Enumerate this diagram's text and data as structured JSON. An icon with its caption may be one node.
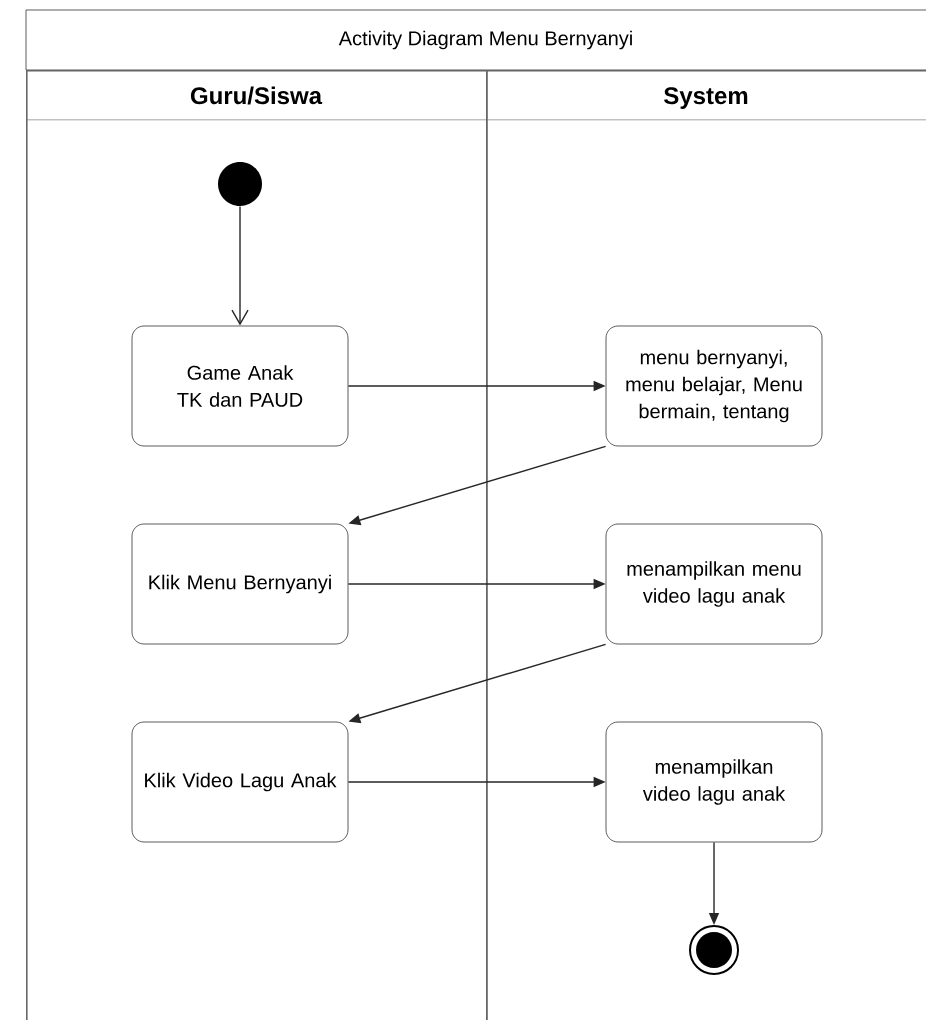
{
  "diagram": {
    "title": "Activity Diagram Menu Bernyanyi",
    "nodes": [
      {
        "text": [
          "Guru/Siswa"
        ]
      },
      {
        "text": [
          "System"
        ]
      },
      {
        "text": [],
        "shape": "circle",
        "in": 0
      },
      {
        "text": [
          "Game Anak TK dan PAUD"
        ],
        "in": 0
      },
      {
        "text": [
          "menu bernyanyi, menu belajar, Menu bermain, tentang"
        ],
        "in": 1
      },
      {
        "text": [
          "Klik Menu Bernyanyi"
        ],
        "in": 0
      },
      {
        "text": [
          "menampilkan menu video lagu anak"
        ],
        "in": 1
      },
      {
        "text": [
          "Klik Video Lagu Anak"
        ],
        "in": 0
      },
      {
        "text": [
          "menampilkan video lagu anak"
        ],
        "in": 1
      },
      {
        "text": [],
        "shape": "circle",
        "in": 1
      }
    ],
    "edges": [
      {
        "from": 2,
        "to": 3,
        "arrow": "to"
      },
      {
        "from": 3,
        "to": 4,
        "arrow": "to"
      },
      {
        "from": 4,
        "to": 5,
        "arrow": "to"
      },
      {
        "from": 5,
        "to": 6,
        "arrow": "to"
      },
      {
        "from": 6,
        "to": 7,
        "arrow": "to"
      },
      {
        "from": 7,
        "to": 8,
        "arrow": "to"
      },
      {
        "from": 8,
        "to": 9,
        "arrow": "to"
      }
    ]
  }
}
